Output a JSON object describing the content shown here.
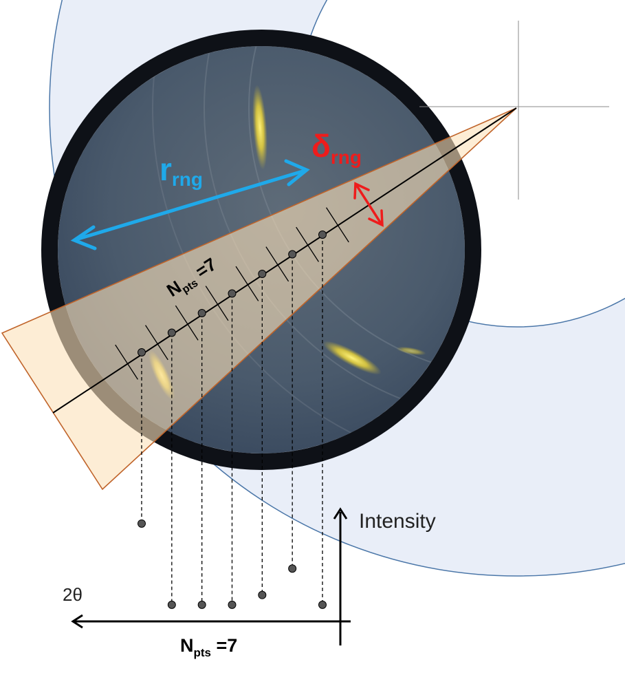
{
  "labels": {
    "r_main": "r",
    "r_sub": "rng",
    "delta_main": "δ",
    "delta_sub": "rng",
    "npts_top_main": "N",
    "npts_top_sub": "pts",
    "npts_top_eq": " =7",
    "npts_bottom_main": "N",
    "npts_bottom_sub": "pts",
    "npts_bottom_eq": " =7",
    "intensity": "Intensity",
    "two_theta": "2θ"
  },
  "colors": {
    "r_label": "#1fa9ea",
    "delta_label": "#ee1c1c",
    "ring_fill": "#e9eef8",
    "ring_stroke": "#4a76a8",
    "wedge_fill": "#fbe1b9",
    "wedge_stroke": "#c0642a",
    "detector_border": "#0e1117",
    "detector_fill": "#3d4f63",
    "point": "#555555"
  },
  "points": {
    "count": 7,
    "intensities": [
      0.88,
      0.05,
      0.05,
      0.05,
      0.15,
      0.42,
      0.05
    ]
  },
  "icons": {
    "r_arrow": "double-headed-arrow",
    "delta_arrow": "double-headed-arrow",
    "beam_center": "crosshair"
  }
}
